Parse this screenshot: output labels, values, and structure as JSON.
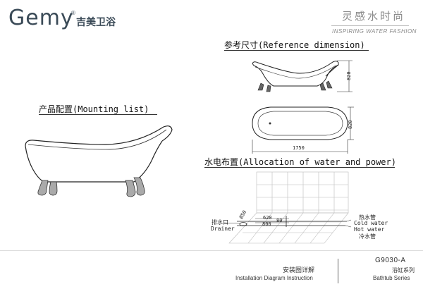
{
  "brand": {
    "logo": "Gemy",
    "registered_mark": "®",
    "logo_cn": "吉美卫浴",
    "slogan_cn": "灵感水时尚",
    "slogan_en": "INSPIRING WATER FASHION"
  },
  "reference": {
    "title": "参考尺寸(Reference dimension)",
    "height": "820",
    "depth": "820",
    "length": "1750"
  },
  "mounting": {
    "title": "产品配置(Mounting list)"
  },
  "water": {
    "title": "水电布置(Allocation of water and power)",
    "drainer_cn": "排水口",
    "drainer_en": "Drainer",
    "hot_cn": "热水管",
    "cold_en": "Cold water",
    "hot_en": "Hot water",
    "cold_cn": "冷水管",
    "dim_620": "620",
    "dim_800": "800",
    "dim_80": "80",
    "dim_50": "Ø50"
  },
  "footer": {
    "doc_cn": "安装图详解",
    "doc_en": "Installation Diagram Instruction",
    "model": "G9030-A",
    "series_cn": "浴缸系列",
    "series_en": "Bathtub Series"
  }
}
